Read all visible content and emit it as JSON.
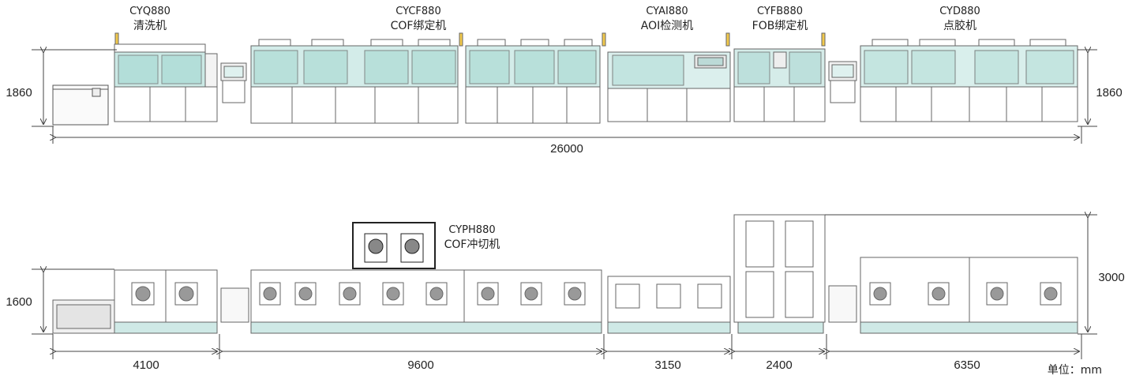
{
  "top_row": {
    "machines": [
      {
        "model": "CYQ880",
        "name": "清洗机"
      },
      {
        "model": "CYCF880",
        "name": "COF绑定机"
      },
      {
        "model": "CYAI880",
        "name": "AOI检测机"
      },
      {
        "model": "CYFB880",
        "name": "FOB绑定机"
      },
      {
        "model": "CYD880",
        "name": "点胶机"
      }
    ],
    "height_left": "1860",
    "height_right": "1860",
    "total_length": "26000"
  },
  "bottom_row": {
    "punch_label": {
      "model": "CYPH880",
      "name": "COF冲切机"
    },
    "height_left": "1600",
    "height_right": "3000",
    "segments": [
      "4100",
      "9600",
      "3150",
      "2400",
      "6350"
    ]
  },
  "unit_label": "单位：mm",
  "colors": {
    "line": "#555555",
    "glass": "#bfe3e0",
    "glass_dark": "#8fcfca",
    "teal_strip": "#cfe9e6",
    "frame": "#777777"
  }
}
